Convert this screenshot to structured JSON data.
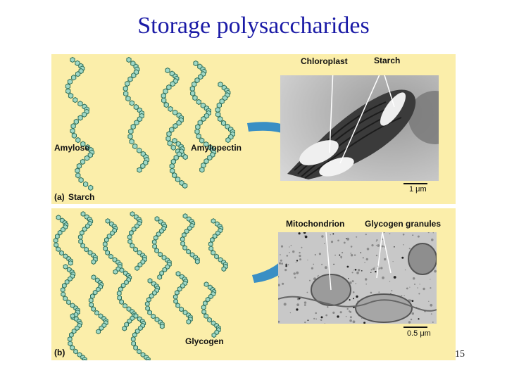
{
  "slide": {
    "title": "Storage polysaccharides",
    "page_number": "15"
  },
  "panel_a": {
    "letter": "(a)",
    "caption": "Starch",
    "amylose_label": "Amylose",
    "amylopectin_label": "Amylopectin",
    "chloroplast_label": "Chloroplast",
    "starch_label": "Starch",
    "scale_label": "1 μm"
  },
  "panel_b": {
    "letter": "(b)",
    "mitochondrion_label": "Mitochondrion",
    "granules_label": "Glycogen granules",
    "glycogen_label": "Glycogen",
    "scale_label": "0.5 μm"
  },
  "colors": {
    "title": "#1a1aa6",
    "panel_bg": "#fbeeaa",
    "glucose_fill": "#9fd8c6",
    "glucose_stroke": "#2f6f5a",
    "arrow": "#3a8fc4"
  }
}
